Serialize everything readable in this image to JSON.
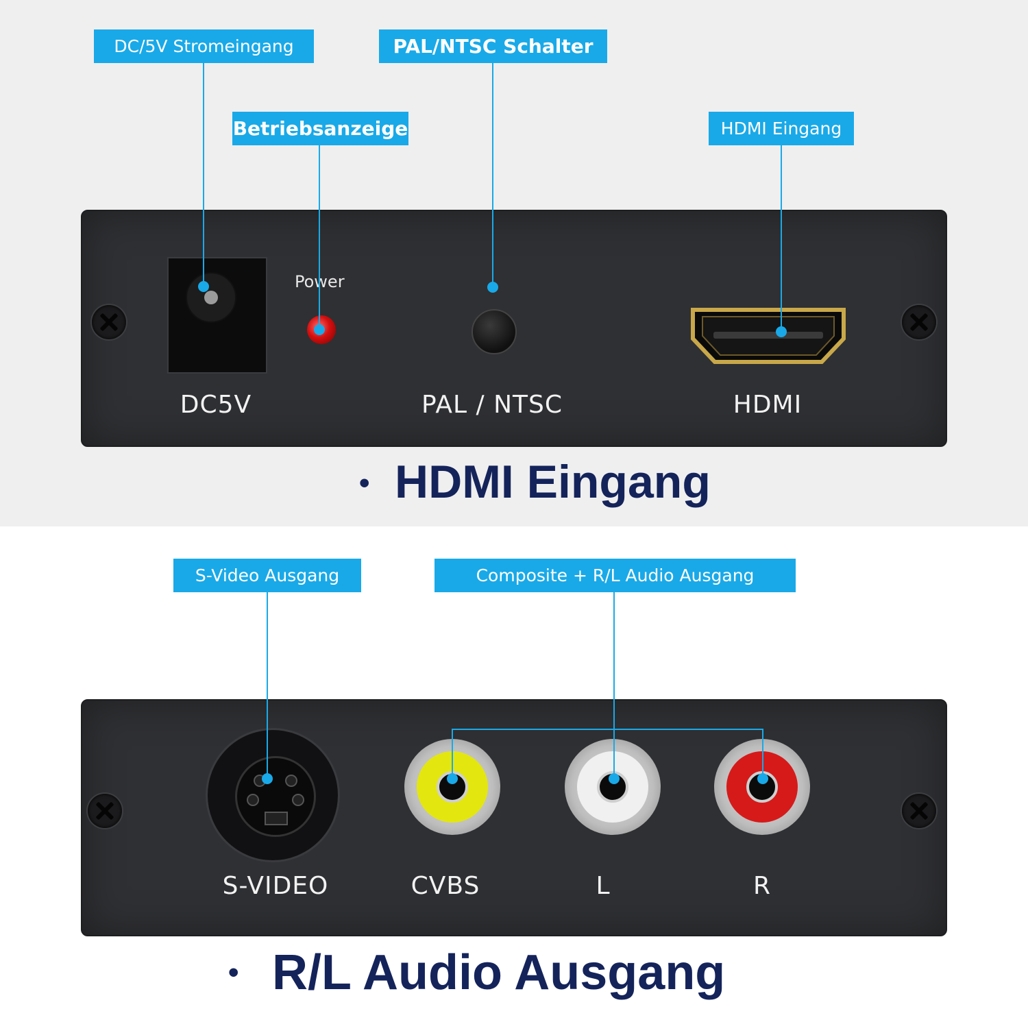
{
  "callouts": {
    "dc_input": "DC/5V Stromeingang",
    "pal_ntsc_switch": "PAL/NTSC Schalter",
    "power_indicator": "Betriebsanzeige",
    "hdmi_input": "HDMI Eingang",
    "svideo_output": "S-Video Ausgang",
    "composite_audio_output": "Composite + R/L Audio Ausgang"
  },
  "top_panel": {
    "power_label": "Power",
    "dc_label": "DC5V",
    "pal_ntsc_label": "PAL / NTSC",
    "hdmi_label": "HDMI"
  },
  "bottom_panel": {
    "svideo_label": "S-VIDEO",
    "cvbs_label": "CVBS",
    "left_label": "L",
    "right_label": "R"
  },
  "titles": {
    "top": "HDMI Eingang",
    "bottom": "R/L Audio Ausgang",
    "bullet": "•"
  },
  "colors": {
    "accent": "#19a9e8",
    "title": "#14235a",
    "panel": "#2f3033",
    "cvbs_ring": "#e3e60f",
    "left_ring": "#f0f0f0",
    "right_ring": "#d61a1a",
    "led": "#d40f0f"
  },
  "icons": [
    "screw-icon",
    "dc-jack-icon",
    "led-icon",
    "switch-button-icon",
    "hdmi-port-icon",
    "svideo-port-icon",
    "rca-port-icon"
  ]
}
